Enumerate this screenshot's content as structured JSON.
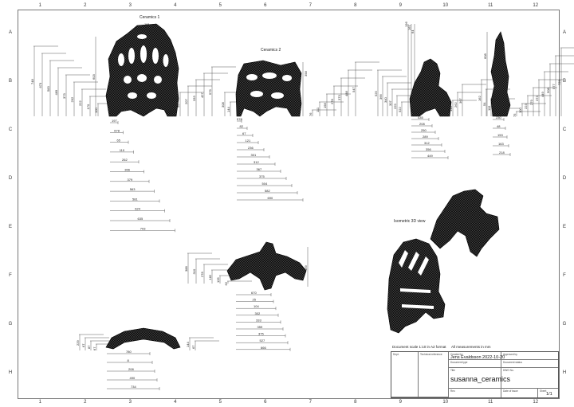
{
  "columns": [
    "1",
    "2",
    "3",
    "4",
    "5",
    "6",
    "7",
    "8",
    "9",
    "10",
    "11",
    "12"
  ],
  "rows": [
    "A",
    "B",
    "C",
    "D",
    "E",
    "F",
    "G",
    "H"
  ],
  "views": {
    "front_title": "Ceramics 1",
    "side_title": "Ceramics 2",
    "iso_title": "Isometric 3D view"
  },
  "notes": {
    "scale": "Document scale 1:10 in A2 format",
    "units": "All measurements in mm"
  },
  "title_block": {
    "dept_label": "Dept.",
    "tech_ref_label": "Technical reference",
    "created_by_label": "Created by",
    "created_by": "Jens Evaldsson 2022-10-20",
    "approved_by_label": "Approved by",
    "doc_type_label": "Document type",
    "doc_status_label": "Document status",
    "title_label": "Title",
    "title": "susanna_ceramics",
    "dwg_no_label": "DWG No.",
    "rev_label": "Rev.",
    "date_label": "Date of issue",
    "sheet_label": "Sheet",
    "sheet": "1/1"
  },
  "dims": {
    "front_top": "161",
    "front_left": [
      "748",
      "673",
      "583",
      "469",
      "373",
      "292",
      "222",
      "170",
      "100"
    ],
    "front_mid": "603",
    "front_right": [
      "96",
      "207",
      "333",
      "427",
      "579"
    ],
    "front_bottom": [
      "197",
      "678",
      "65",
      "110",
      "262",
      "366",
      "379",
      "563",
      "581",
      "624",
      "635",
      "703"
    ],
    "side_top": [
      "409",
      "358"
    ],
    "side_left": [
      "308",
      "144"
    ],
    "side_right": [
      "76",
      "111",
      "198",
      "278",
      "373",
      "488",
      "547"
    ],
    "side_bottom": [
      "578",
      "82",
      "67",
      "121",
      "236",
      "301",
      "312",
      "367",
      "375",
      "504",
      "582",
      "690"
    ],
    "r1_left": [
      "525",
      "366",
      "340",
      "307",
      "229",
      "522"
    ],
    "r1_bottom": [
      "435",
      "208",
      "250",
      "289",
      "312",
      "356",
      "449"
    ],
    "r1_right": [
      "143",
      "262",
      "367"
    ],
    "r1_top": [
      "136",
      "161",
      "64"
    ],
    "r2_top": [
      "608"
    ],
    "r2_left": [
      "162",
      "54",
      "115",
      "129"
    ],
    "r2_right": [
      "75",
      "100",
      "223",
      "279",
      "373",
      "449",
      "508",
      "577",
      "729"
    ],
    "r2_bottom": [
      "230",
      "48",
      "153",
      "163",
      "218"
    ],
    "plan_left": [
      "388",
      "310",
      "278",
      "182",
      "135",
      "62"
    ],
    "plan_right": [
      "459"
    ],
    "plan_bottom": [
      "670",
      "25",
      "104",
      "302",
      "333",
      "359",
      "375",
      "527",
      "666"
    ],
    "low_left": [
      "229",
      "67",
      "87",
      "67"
    ],
    "low_right": [
      "144",
      "67"
    ],
    "low_bottom": [
      "780",
      "8",
      "208",
      "490",
      "734"
    ]
  }
}
